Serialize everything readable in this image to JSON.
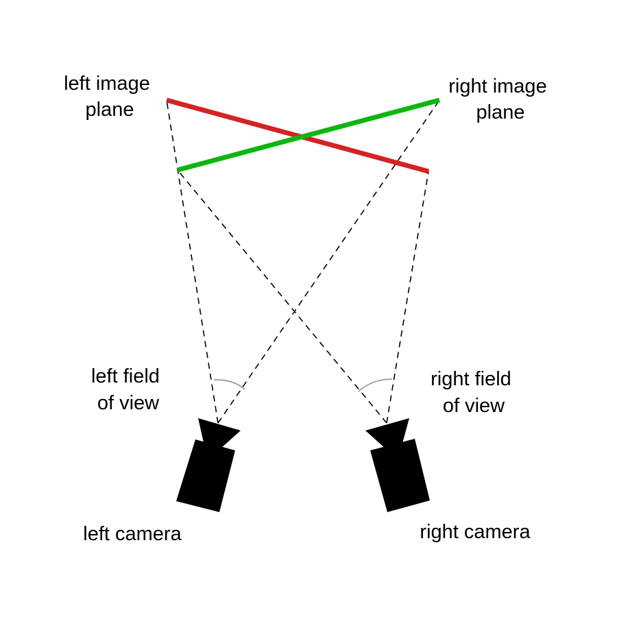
{
  "labels": {
    "left_image_plane": [
      "left image",
      "plane"
    ],
    "right_image_plane": [
      "right image",
      "plane"
    ],
    "left_field_of_view": [
      "left field",
      "of view"
    ],
    "right_field_of_view": [
      "right field",
      "of view"
    ],
    "left_camera": "left camera",
    "right_camera": "right camera"
  },
  "colors": {
    "left_image_plane": "#d42322",
    "right_image_plane": "#0db60d",
    "sight_lines": "#000000",
    "angle_arc": "#9a9a9a",
    "camera_body": "#000000",
    "text": "#000000",
    "background": "#ffffff"
  }
}
